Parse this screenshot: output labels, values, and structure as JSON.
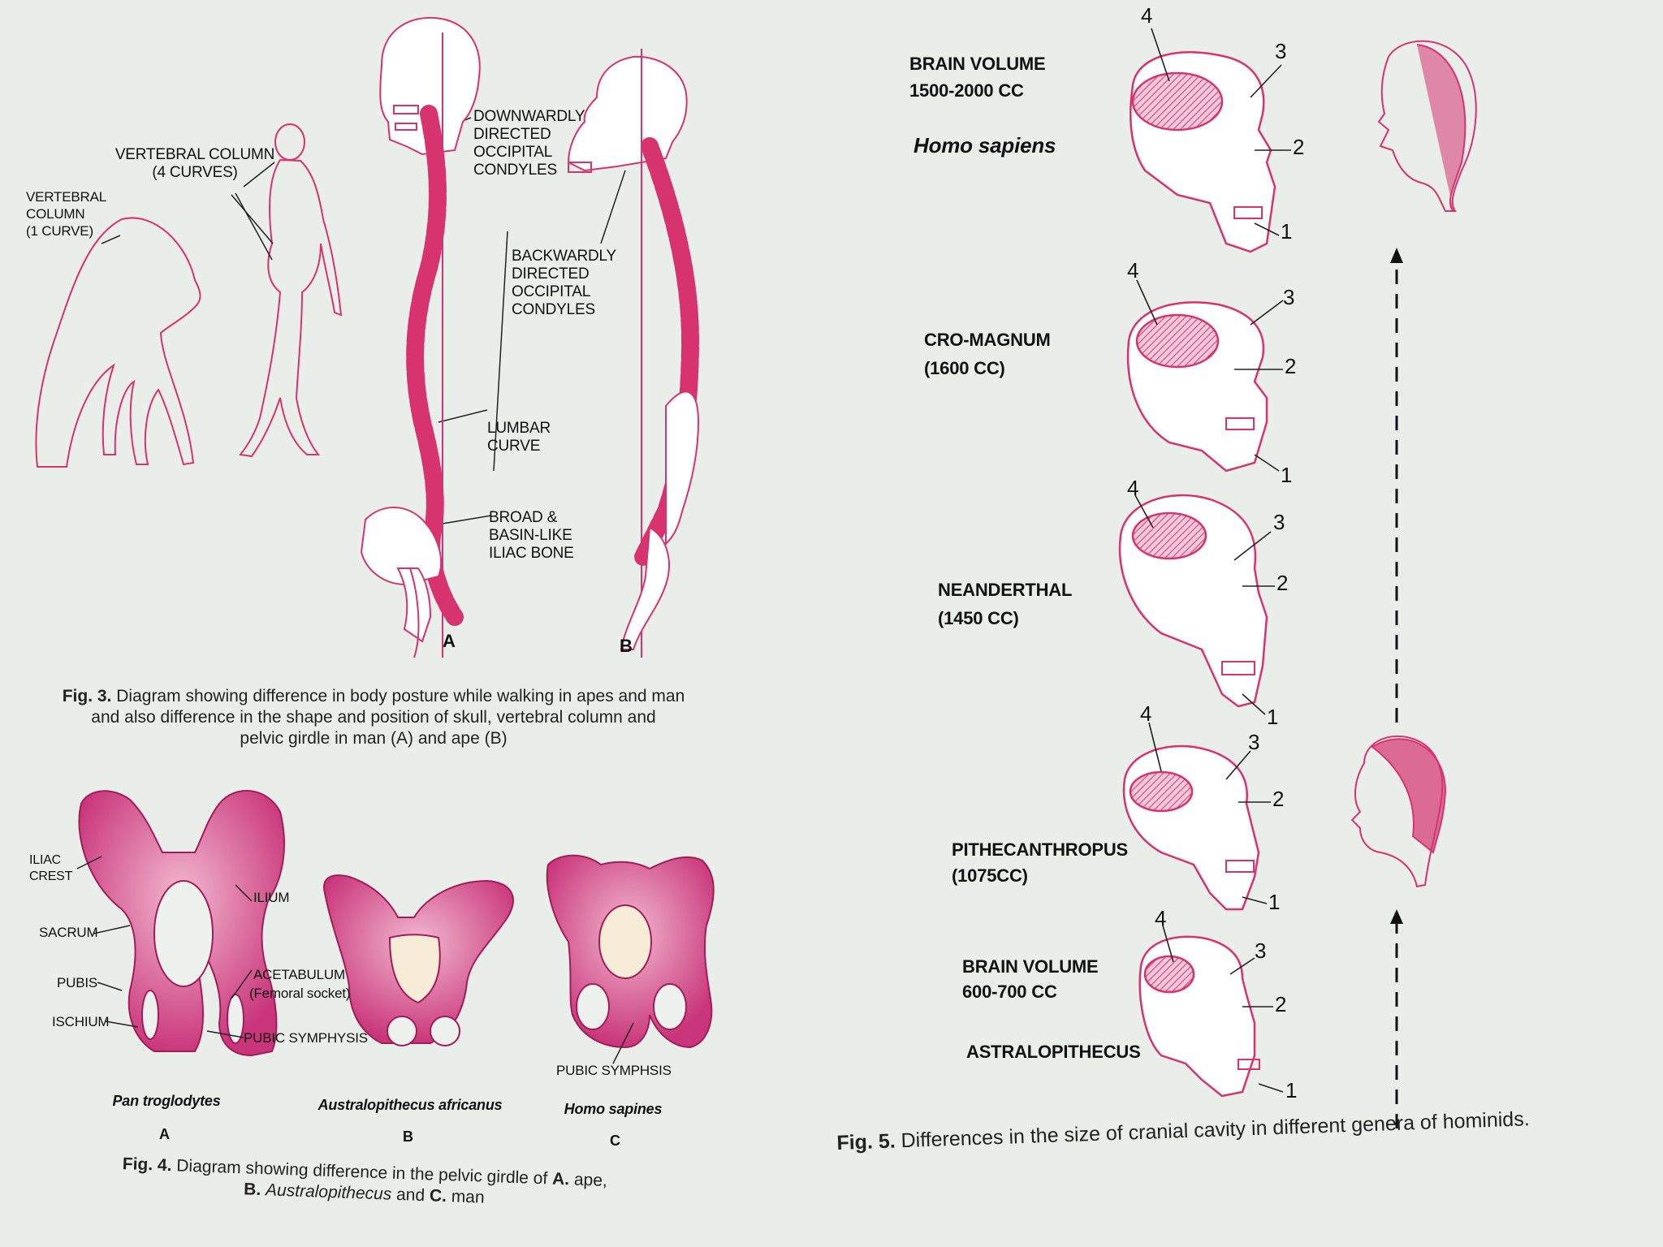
{
  "fig3": {
    "labels": {
      "vertebral_column_4": "VERTEBRAL COLUMN\n(4 CURVES)",
      "vertebral_column_1": "VERTEBRAL\nCOLUMN\n(1 CURVE)",
      "downwardly": "DOWNWARDLY\nDIRECTED\nOCCIPITAL\nCONDYLES",
      "backwardly": "BACKWARDLY\nDIRECTED\nOCCIPITAL\nCONDYLES",
      "lumbar": "LUMBAR\nCURVE",
      "iliac_bone": "BROAD &\nBASIN-LIKE\nILIAC BONE",
      "letter_a": "A",
      "letter_b": "B"
    },
    "caption_prefix": "Fig. 3.",
    "caption_text": "Diagram showing difference in body posture while walking in apes and man\nand also difference in the shape and position of skull, vertebral column and\npelvic girdle in man (A) and ape (B)"
  },
  "fig4": {
    "labels": {
      "iliac_crest": "ILIAC\nCREST",
      "ilium": "ILIUM",
      "sacrum": "SACRUM",
      "pubis": "PUBIS",
      "ischium": "ISCHIUM",
      "acetabulum": "ACETABULUM",
      "femoral_socket": "(Femoral socket)",
      "pubic_symphysis_a": "PUBIC SYMPHYSIS",
      "pubic_symphysis_c": "PUBIC SYMPHSIS"
    },
    "species": [
      {
        "name": "Pan troglodytes",
        "letter": "A"
      },
      {
        "name": "Australopithecus africanus",
        "letter": "B"
      },
      {
        "name": "Homo sapines",
        "letter": "C"
      }
    ],
    "caption_prefix": "Fig. 4.",
    "caption_line1": "Diagram showing difference in the pelvic girdle of",
    "caption_a": "A.",
    "caption_a_text": "ape,",
    "caption_b": "B.",
    "caption_b_text": "Australopithecus",
    "caption_and": "and",
    "caption_c": "C.",
    "caption_c_text": "man"
  },
  "fig5": {
    "rows": [
      {
        "name_line1": "BRAIN VOLUME",
        "name_line2": "1500-2000 CC",
        "species": "Homo sapiens"
      },
      {
        "name_line1": "CRO-MAGNUM",
        "name_line2": "(1600 CC)"
      },
      {
        "name_line1": "NEANDERTHAL",
        "name_line2": "(1450 CC)"
      },
      {
        "name_line1": "PITHECANTHROPUS",
        "name_line2": "(1075CC)"
      },
      {
        "name_line1": "BRAIN VOLUME",
        "name_line2": "600-700 CC",
        "species": "ASTRALOPITHECUS"
      }
    ],
    "skull_numbers": [
      "1",
      "2",
      "3",
      "4"
    ],
    "caption_prefix": "Fig. 5.",
    "caption_text": "Differences in the size of cranial cavity in different genera of hominids."
  },
  "colors": {
    "magenta": "#d6336f",
    "pink_fill": "#d75a8c",
    "pink_light": "#f0b7cd",
    "background": "#e9eeea"
  }
}
